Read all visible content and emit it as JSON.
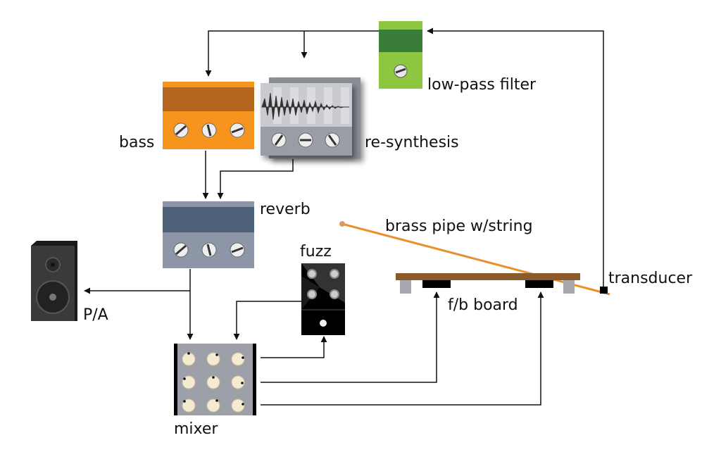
{
  "labels": {
    "low_pass_filter": "low-pass filter",
    "bass": "bass",
    "re_synthesis": "re-synthesis",
    "reverb": "reverb",
    "brass_pipe": "brass pipe w/string",
    "fuzz": "fuzz",
    "transducer": "transducer",
    "fb_board": "f/b board",
    "pa": "P/A",
    "mixer": "mixer"
  },
  "colors": {
    "bass_body": "#f7941d",
    "bass_top": "#b5651d",
    "lowpass_body": "#8dc63f",
    "lowpass_top": "#3a7d3a",
    "reverb_top": "#4d6279",
    "reverb_body": "#8d96a6",
    "resynth_body": "#9a9ca6",
    "speaker": "#3a3a3a",
    "board": "#8b5a2b",
    "pipe": "#e8902e",
    "wire": "#111111"
  }
}
